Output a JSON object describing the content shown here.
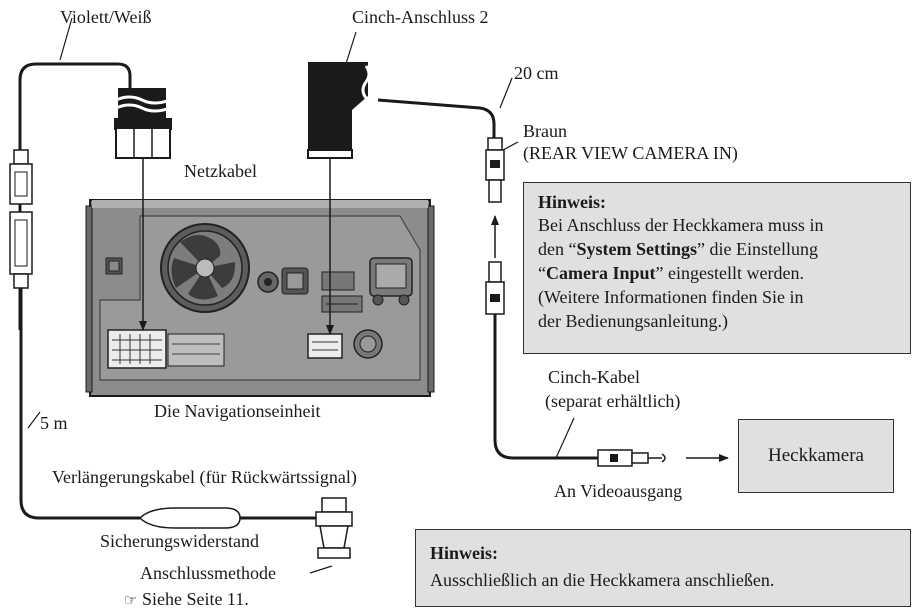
{
  "labels": {
    "violet_white": "Violett/Weiß",
    "cinch_port_2": "Cinch-Anschluss 2",
    "cable_length_20cm": "20 cm",
    "brown": "Braun",
    "rear_view_camera_in": "(REAR VIEW CAMERA IN)",
    "power_cable": "Netzkabel",
    "nav_unit": "Die Navigationseinheit",
    "five_m": "5 m",
    "extension_cable": "Verlängerungskabel (für Rückwärtssignal)",
    "fuse_resistor": "Sicherungswiderstand",
    "connection_method": "Anschlussmethode",
    "see_page": "Siehe Seite 11.",
    "cinch_cable": "Cinch-Kabel",
    "sold_separately": "(separat erhältlich)",
    "video_output": "An Videoausgang",
    "rear_camera": "Heckkamera"
  },
  "note_top": {
    "title": "Hinweis:",
    "line1": "Bei Anschluss der Heckkamera muss in",
    "line2_pre": "den “",
    "line2_bold": "System Settings",
    "line2_post": "” die Einstellung",
    "line3_pre": "“",
    "line3_bold": "Camera Input",
    "line3_post": "” eingestellt werden.",
    "line4": "(Weitere Informationen finden Sie in",
    "line5": "der Bedienungsanleitung.)"
  },
  "note_bottom": {
    "title": "Hinweis:",
    "text": "Ausschließlich an die Heckkamera anschließen."
  },
  "icons": {
    "reference": "pointing-hand-icon"
  }
}
